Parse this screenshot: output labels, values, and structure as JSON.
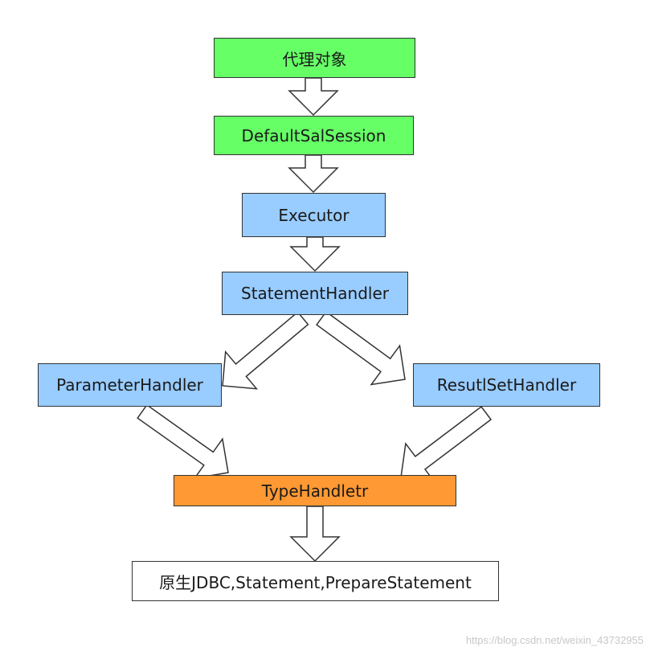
{
  "diagram": {
    "nodes": [
      {
        "id": "proxy",
        "label": "代理对象",
        "color": "#66ff66"
      },
      {
        "id": "session",
        "label": "DefaultSalSession",
        "color": "#66ff66"
      },
      {
        "id": "executor",
        "label": "Executor",
        "color": "#99ccff"
      },
      {
        "id": "statement",
        "label": "StatementHandler",
        "color": "#99ccff"
      },
      {
        "id": "parameter",
        "label": "ParameterHandler",
        "color": "#99ccff"
      },
      {
        "id": "resultset",
        "label": "ResutlSetHandler",
        "color": "#99ccff"
      },
      {
        "id": "typehandler",
        "label": "TypeHandletr",
        "color": "#ff9933"
      },
      {
        "id": "jdbc",
        "label": "原生JDBC,Statement,PrepareStatement",
        "color": "#ffffff"
      }
    ],
    "edges": [
      {
        "from": "proxy",
        "to": "session"
      },
      {
        "from": "session",
        "to": "executor"
      },
      {
        "from": "executor",
        "to": "statement"
      },
      {
        "from": "statement",
        "to": "parameter"
      },
      {
        "from": "statement",
        "to": "resultset"
      },
      {
        "from": "parameter",
        "to": "typehandler"
      },
      {
        "from": "resultset",
        "to": "typehandler"
      },
      {
        "from": "typehandler",
        "to": "jdbc"
      }
    ]
  },
  "watermark": "https://blog.csdn.net/weixin_43732955"
}
